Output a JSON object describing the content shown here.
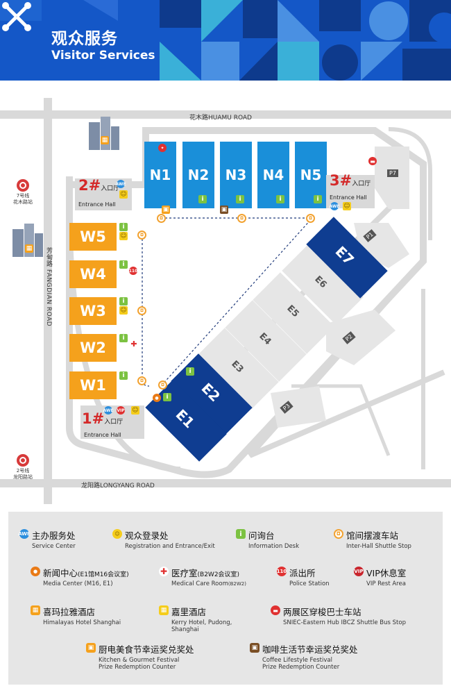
{
  "header": {
    "title_cn": "观众服务",
    "title_en": "Visitor Services",
    "colors": {
      "primary": "#1457c7",
      "dark": "#0e3a8c",
      "light": "#4a90e2",
      "teal": "#3ab0d8"
    }
  },
  "map": {
    "roads": {
      "north": "花木路HUAMU ROAD",
      "south": "龙阳路LONGYANG ROAD",
      "west": "芳甸路 FANGDIAN ROAD"
    },
    "metro": [
      {
        "line": "7号线",
        "station": "花木路站"
      },
      {
        "line": "2号线",
        "station": "龙阳路站"
      }
    ],
    "north_halls": [
      "N1",
      "N2",
      "N3",
      "N4",
      "N5"
    ],
    "west_halls": [
      "W5",
      "W4",
      "W3",
      "W2",
      "W1"
    ],
    "east_halls": [
      "E1",
      "E2",
      "E3",
      "E4",
      "E5",
      "E6",
      "E7"
    ],
    "parking": [
      "P1",
      "P2",
      "P3",
      "P7"
    ],
    "entrances": [
      {
        "num": "1#",
        "cn": "入口厅",
        "en": "Entrance Hall"
      },
      {
        "num": "2#",
        "cn": "入口厅",
        "en": "Entrance Hall"
      },
      {
        "num": "3#",
        "cn": "入口厅",
        "en": "Entrance Hall"
      }
    ],
    "badges": {
      "awe": "AWE",
      "vip": "VIP",
      "police": "110",
      "info": "i"
    },
    "colors": {
      "north": "#1a8fd9",
      "west": "#f5a11c",
      "east_dark": "#0f3d91",
      "east_light": "#e6e6e6",
      "road": "#d9d9d9"
    }
  },
  "legend": {
    "items": [
      {
        "cn": "主办服务处",
        "en": "Service Center",
        "icon": "awe-icon"
      },
      {
        "cn": "观众登录处",
        "en": "Registration and Entrance/Exit",
        "icon": "registration-icon"
      },
      {
        "cn": "问询台",
        "en": "Information Desk",
        "icon": "info-icon"
      },
      {
        "cn": "馆间摆渡车站",
        "en": "Inter-Hall Shuttle Stop",
        "icon": "shuttle-icon"
      },
      {
        "cn": "新闻中心",
        "cn_small": "(E1馆M16会议室)",
        "en": "Media Center (M16, E1)",
        "icon": "media-icon"
      },
      {
        "cn": "医疗室",
        "cn_small": "(B2W2会议室)",
        "en": "Medical Care Room",
        "en_small": "(B2W2)",
        "icon": "medical-icon"
      },
      {
        "cn": "派出所",
        "en": "Police Station",
        "icon": "police-icon",
        "badge": "110"
      },
      {
        "cn": "VIP休息室",
        "en": "VIP Rest Area",
        "icon": "vip-icon",
        "badge": "VIP"
      },
      {
        "cn": "喜玛拉雅酒店",
        "en": "Himalayas Hotel Shanghai",
        "icon": "hotel-icon"
      },
      {
        "cn": "嘉里酒店",
        "en": "Kerry Hotel, Pudong,",
        "en2": "Shanghai",
        "icon": "hotel-icon"
      },
      {
        "cn": "两展区穿梭巴士车站",
        "en": "SNIEC-Eastern Hub IBCZ Shuttle Bus Stop",
        "icon": "bus-icon"
      },
      {
        "cn": "厨电美食节幸运奖兑奖处",
        "en": "Kitchen & Gourmet Festival",
        "en2": "Prize Redemption Counter",
        "icon": "gift-icon"
      },
      {
        "cn": "咖啡生活节幸运奖兑奖处",
        "en": "Coffee Lifestyle Festival",
        "en2": "Prize Redemption Counter",
        "icon": "gift-icon"
      }
    ]
  }
}
